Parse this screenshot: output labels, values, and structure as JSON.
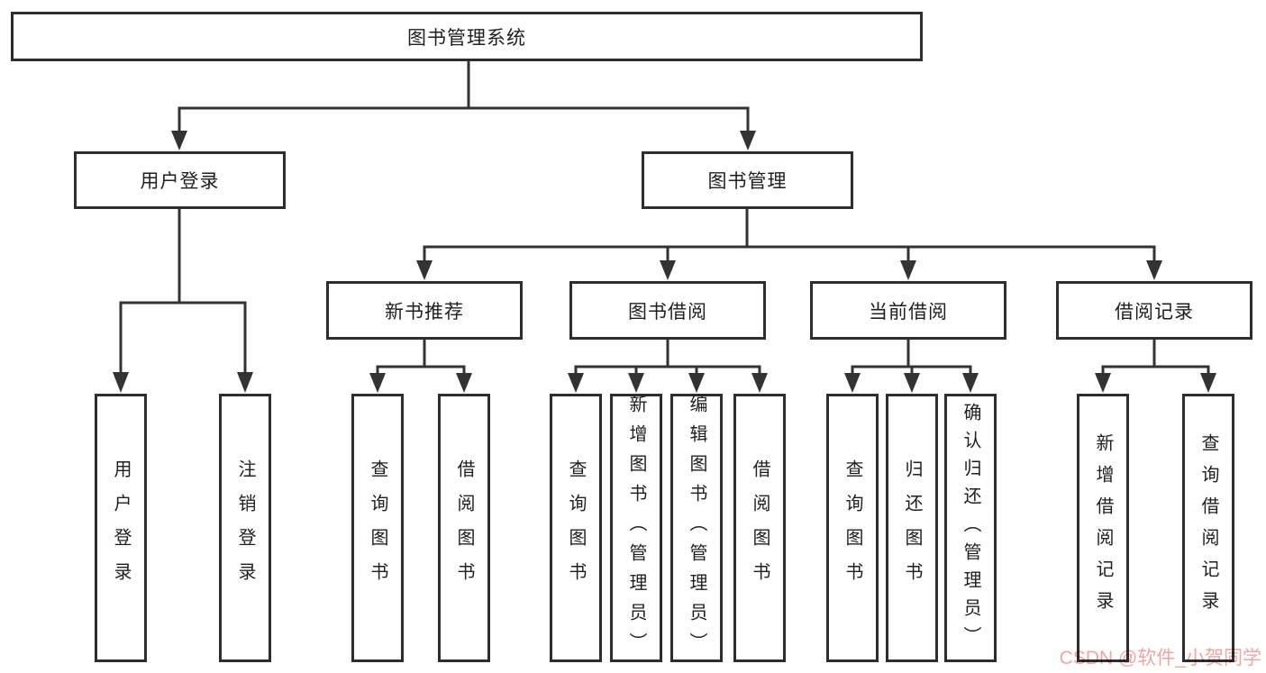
{
  "tree": {
    "root": "图书管理系统",
    "branches": [
      {
        "label": "用户登录",
        "children": [
          "用户登录",
          "注销登录"
        ]
      },
      {
        "label": "图书管理",
        "children": [
          {
            "label": "新书推荐",
            "children": [
              "查询图书",
              "借阅图书"
            ]
          },
          {
            "label": "图书借阅",
            "children": [
              "查询图书",
              "新增图书（管理员）",
              "编辑图书（管理员）",
              "借阅图书"
            ]
          },
          {
            "label": "当前借阅",
            "children": [
              "查询图书",
              "归还图书",
              "确认归还（管理员）"
            ]
          },
          {
            "label": "借阅记录",
            "children": [
              "新增借阅记录",
              "查询借阅记录"
            ]
          }
        ]
      }
    ]
  },
  "watermark": {
    "text": "CSDN @软件_小贺同学",
    "color": "#f0a5a5"
  },
  "colors": {
    "line": "#333333",
    "box_border": "#2d2d2d",
    "box_fill": "#ffffff",
    "text": "#1f1f1f",
    "background": "#ffffff"
  }
}
